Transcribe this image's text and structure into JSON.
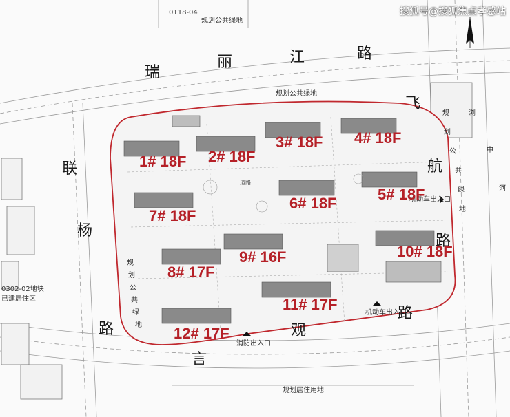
{
  "watermark": "搜狐号@搜狐焦点孝感站",
  "labels": {
    "plot_code": "0118-04",
    "green_top": "规划公共绿地",
    "green_site": "规划公共绿地",
    "residential_bottom": "规划居住用地",
    "existing_left_1": "0302-02地块",
    "existing_left_2": "已建居住区",
    "fire_exit": "消防出入口",
    "vehicle_exit_right": "机动车出入口",
    "vehicle_exit_bottom": "机动车出入口",
    "site_road": "道路"
  },
  "roads": {
    "top": [
      "瑞",
      "丽",
      "江",
      "路"
    ],
    "left": [
      "联",
      "杨",
      "路"
    ],
    "bottom": [
      "言",
      "观",
      "路"
    ],
    "right": [
      "飞",
      "航",
      "路"
    ],
    "right_green_v": [
      "规",
      "划",
      "公",
      "共",
      "绿",
      "地"
    ],
    "left_green_v": [
      "规",
      "划",
      "公",
      "共",
      "绿",
      "地"
    ],
    "right_edge_v": [
      "浏",
      "中",
      "河"
    ]
  },
  "buildings": [
    {
      "id": "b1",
      "label": "1# 18F"
    },
    {
      "id": "b2",
      "label": "2# 18F"
    },
    {
      "id": "b3",
      "label": "3# 18F"
    },
    {
      "id": "b4",
      "label": "4# 18F"
    },
    {
      "id": "b5",
      "label": "5# 18F"
    },
    {
      "id": "b6",
      "label": "6# 18F"
    },
    {
      "id": "b7",
      "label": "7# 18F"
    },
    {
      "id": "b8",
      "label": "8# 17F"
    },
    {
      "id": "b9",
      "label": "9# 16F"
    },
    {
      "id": "b10",
      "label": "10# 18F"
    },
    {
      "id": "b11",
      "label": "11# 17F"
    },
    {
      "id": "b12",
      "label": "12# 17F"
    }
  ]
}
